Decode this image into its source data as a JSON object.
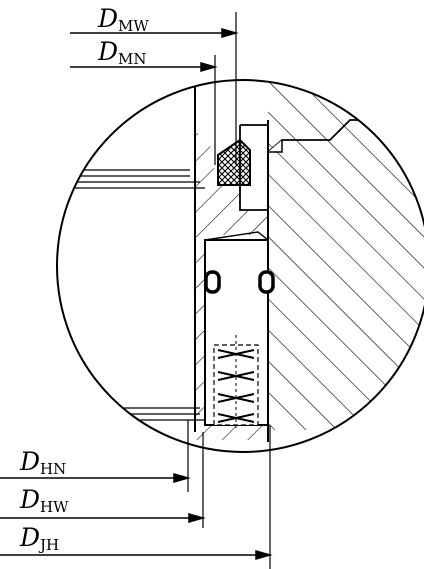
{
  "labels": {
    "d_mw": {
      "main": "D",
      "sub": "MW"
    },
    "d_mn": {
      "main": "D",
      "sub": "MN"
    },
    "d_hn": {
      "main": "D",
      "sub": "HN"
    },
    "d_hw": {
      "main": "D",
      "sub": "HW"
    },
    "d_jh": {
      "main": "D",
      "sub": "JH"
    }
  }
}
